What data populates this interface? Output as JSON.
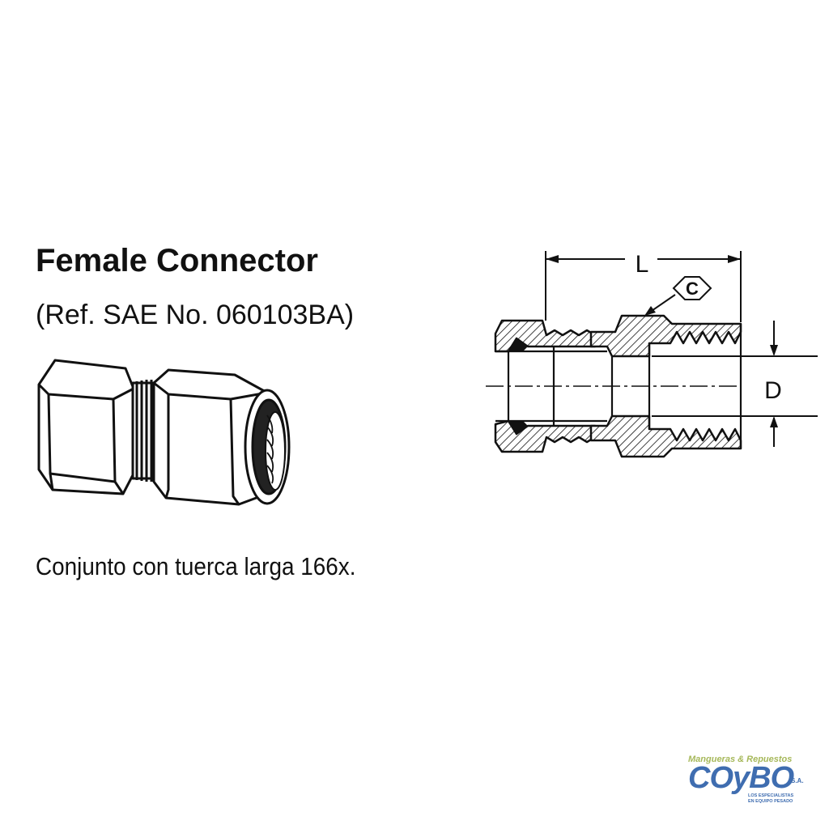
{
  "product": {
    "title": "Female Connector",
    "reference": "(Ref. SAE No. 060103BA)",
    "caption": "Conjunto con tuerca larga 166x."
  },
  "section_drawing": {
    "dimension_length": "L",
    "dimension_hex": "C",
    "dimension_diameter": "D"
  },
  "logo": {
    "top_text": "Mangueras & Repuestos",
    "brand": "COyBO",
    "suffix": "S.A.",
    "tagline_1": "LOS ESPECIALISTAS",
    "tagline_2": "EN EQUIPO PESADO",
    "colors": {
      "blue": "#3f6db0",
      "green": "#a6b85a"
    }
  }
}
